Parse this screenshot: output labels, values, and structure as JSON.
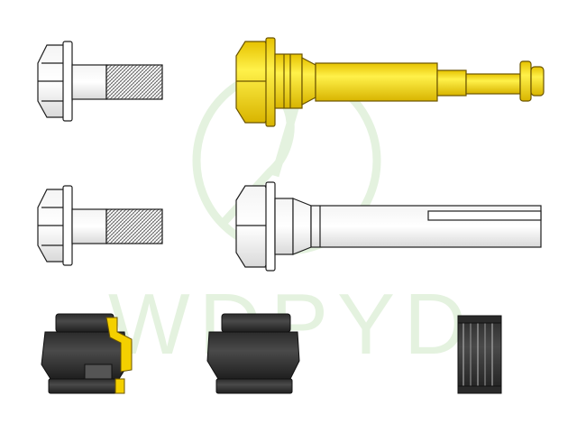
{
  "watermark": {
    "text": "WDPYD",
    "color": "#cfe8c6"
  },
  "colors": {
    "gold": "#f2d21a",
    "gold_dark": "#c9a600",
    "steel": "#ffffff",
    "outline": "#1e1e1e",
    "rubber": "#3a3a3a",
    "rubber_dark": "#222222",
    "clip": "#f4d000"
  },
  "parts": [
    {
      "name": "flange-bolt"
    },
    {
      "name": "guide-pin-gold"
    },
    {
      "name": "flange-bolt"
    },
    {
      "name": "guide-pin-silver"
    },
    {
      "name": "bushing-with-clip"
    },
    {
      "name": "bushing"
    },
    {
      "name": "ribbed-sleeve"
    }
  ]
}
